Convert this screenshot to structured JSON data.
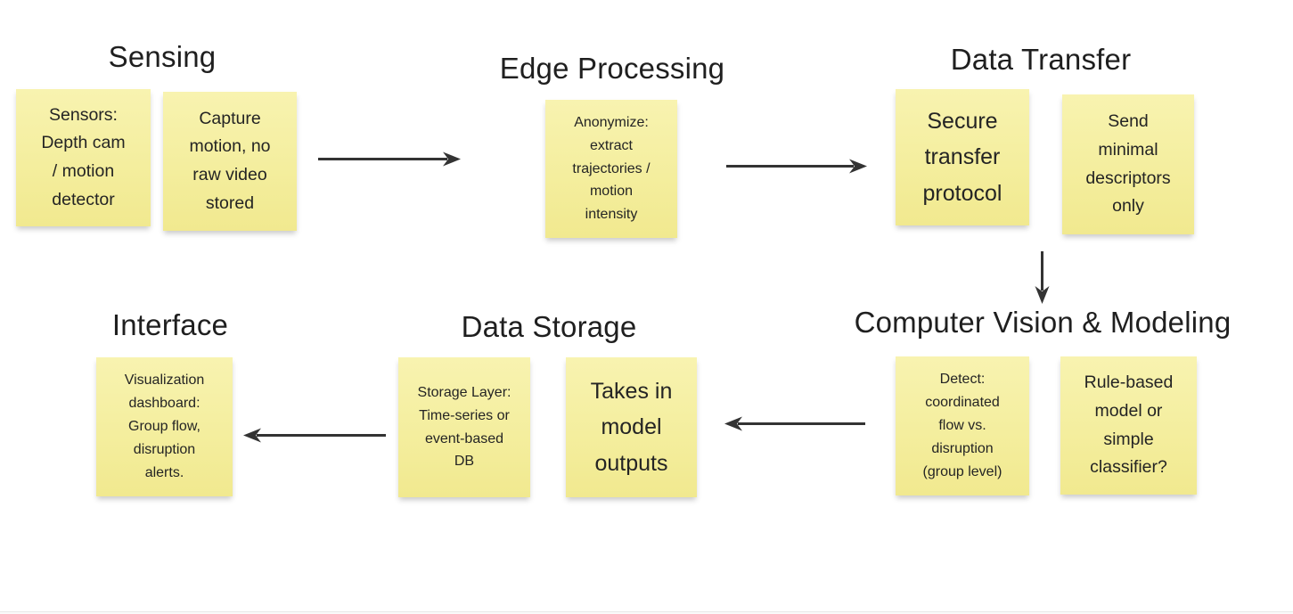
{
  "board": {
    "background_color": "#ffffff",
    "sticky_note_color": "#f5efa0",
    "sticky_note_gradient_top": "#f8f3b0",
    "sticky_note_gradient_bottom": "#f1e98f",
    "arrow_color": "#333333",
    "heading_text_color": "#1f1f1f",
    "note_text_color": "#242424",
    "bottom_divider_color": "#e8e8e8"
  },
  "sections": [
    {
      "title": "Sensing",
      "notes": [
        {
          "text": "Sensors:\nDepth cam\n/ motion\ndetector"
        },
        {
          "text": "Capture\nmotion, no\nraw video\nstored"
        }
      ]
    },
    {
      "title": "Edge Processing",
      "notes": [
        {
          "text": "Anonymize:\nextract\ntrajectories /\nmotion\nintensity"
        }
      ]
    },
    {
      "title": "Data Transfer",
      "notes": [
        {
          "text": "Secure\ntransfer\nprotocol"
        },
        {
          "text": "Send\nminimal\ndescriptors\nonly"
        }
      ]
    },
    {
      "title": "Computer Vision & Modeling",
      "notes": [
        {
          "text": "Detect:\ncoordinated\nflow vs.\ndisruption\n(group level)"
        },
        {
          "text": "Rule-based\nmodel or\nsimple\nclassifier?"
        }
      ]
    },
    {
      "title": "Data Storage",
      "notes": [
        {
          "text": "Storage Layer:\nTime-series or\nevent-based\nDB"
        },
        {
          "text": "Takes in\nmodel\noutputs"
        }
      ]
    },
    {
      "title": "Interface",
      "notes": [
        {
          "text": "Visualization\ndashboard:\nGroup flow,\ndisruption\nalerts."
        }
      ]
    }
  ],
  "connectors": [
    {
      "name": "sensing-to-edge-processing",
      "direction": "right"
    },
    {
      "name": "edge-processing-to-data-transfer",
      "direction": "right"
    },
    {
      "name": "data-transfer-to-computer-vision",
      "direction": "down"
    },
    {
      "name": "computer-vision-to-data-storage",
      "direction": "left"
    },
    {
      "name": "data-storage-to-interface",
      "direction": "left"
    }
  ]
}
